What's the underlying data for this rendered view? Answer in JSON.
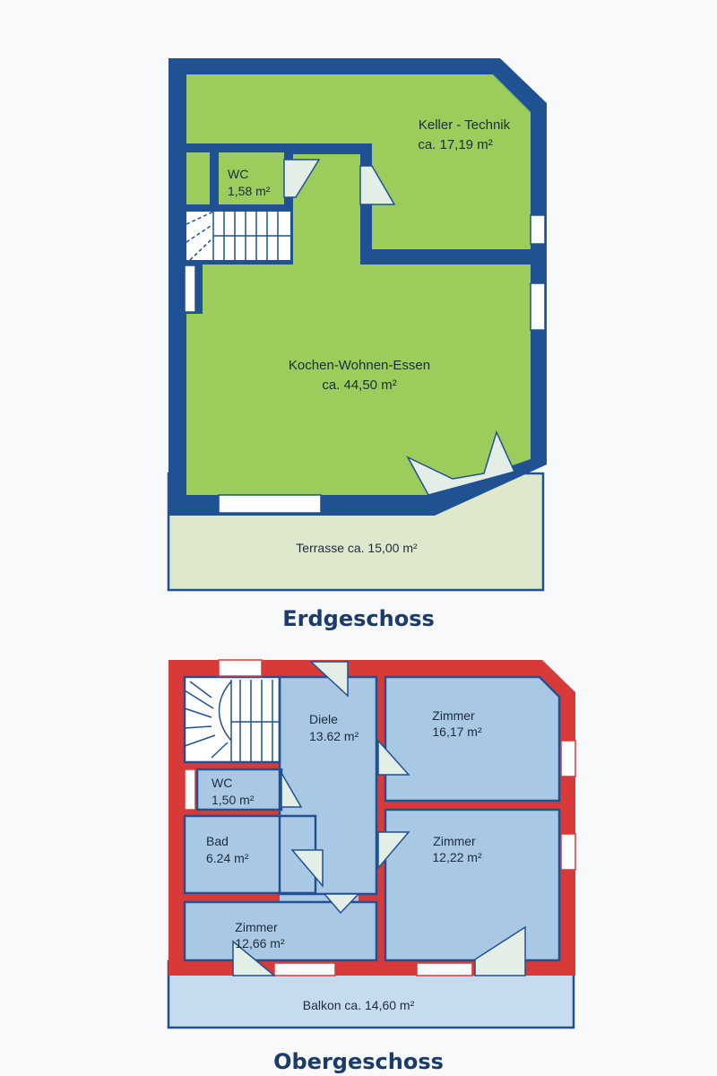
{
  "colors": {
    "background": "#f7f9fb",
    "ground_wall": "#1f5193",
    "ground_room": "#9bcc5c",
    "terrace": "#dde8cd",
    "upper_wall": "#d83a3a",
    "upper_room": "#a9c8e4",
    "upper_inner_wall": "#1f5193",
    "balcony": "#c7dbee",
    "door_fill": "#e3eee6",
    "label": "#1d2b3c",
    "title": "#1b3b6a"
  },
  "ground_floor": {
    "title": "Erdgeschoss",
    "rooms": {
      "keller_name": "Keller - Technik",
      "keller_area": "ca. 17,19 m²",
      "wc_name": "WC",
      "wc_area": "1,58 m²",
      "kwe_name": "Kochen-Wohnen-Essen",
      "kwe_area": "ca. 44,50 m²",
      "terrace": "Terrasse ca. 15,00 m²"
    }
  },
  "upper_floor": {
    "title": "Obergeschoss",
    "rooms": {
      "diele_name": "Diele",
      "diele_area": "13.62 m²",
      "zimmer1_name": "Zimmer",
      "zimmer1_area": "16,17 m²",
      "wc_name": "WC",
      "wc_area": "1,50 m²",
      "bad_name": "Bad",
      "bad_area": "6.24 m²",
      "zimmer2_name": "Zimmer",
      "zimmer2_area": "12,22 m²",
      "zimmer3_name": "Zimmer",
      "zimmer3_area": "12,66 m²",
      "balcony": "Balkon ca. 14,60 m²"
    }
  }
}
